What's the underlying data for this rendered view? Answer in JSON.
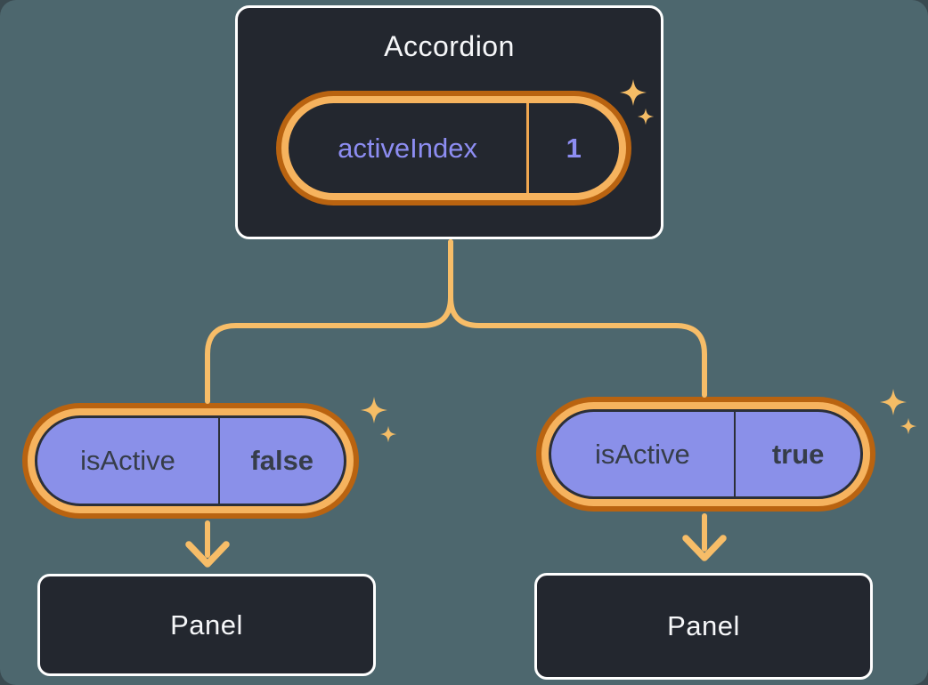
{
  "diagram": {
    "description": "React component tree showing state lifted to parent Accordion",
    "accordion": {
      "title": "Accordion",
      "state": {
        "name": "activeIndex",
        "value": "1"
      }
    },
    "children": [
      {
        "prop": {
          "name": "isActive",
          "value": "false"
        },
        "panel": {
          "label": "Panel"
        }
      },
      {
        "prop": {
          "name": "isActive",
          "value": "true"
        },
        "panel": {
          "label": "Panel"
        }
      }
    ]
  },
  "colors": {
    "background": "#4d676e",
    "box_fill": "#23272f",
    "box_border": "#ffffff",
    "title_text": "#f6f7f9",
    "pill_ring_outer": "#b96310",
    "pill_ring_inner": "#f6b35e",
    "pill_fill_purple": "#8a90e9",
    "pill_outline_dark": "#2b2f38",
    "state_text_purple": "#8d8df2",
    "prop_text_dark": "#363d49",
    "connector": "#f7bd68",
    "sparkle": "#f5bd66"
  },
  "icons": {
    "sparkle": "four-point star highlight marking state pills"
  }
}
